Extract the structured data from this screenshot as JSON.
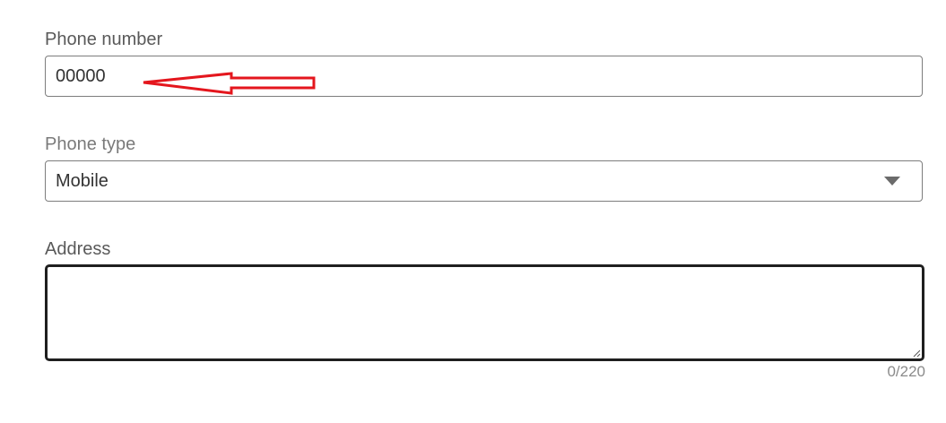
{
  "form": {
    "phone_number": {
      "label": "Phone number",
      "value": "00000"
    },
    "phone_type": {
      "label": "Phone type",
      "selected": "Mobile"
    },
    "address": {
      "label": "Address",
      "value": "",
      "counter": "0/220"
    }
  },
  "icons": {
    "dropdown": "chevron-down-icon",
    "resize": "resize-grip-icon",
    "annotation": "arrow-left-annotation-icon"
  },
  "colors": {
    "annotation_red": "#e4161d",
    "border": "#7d7d7d",
    "focused_border": "#1f1f1f"
  }
}
